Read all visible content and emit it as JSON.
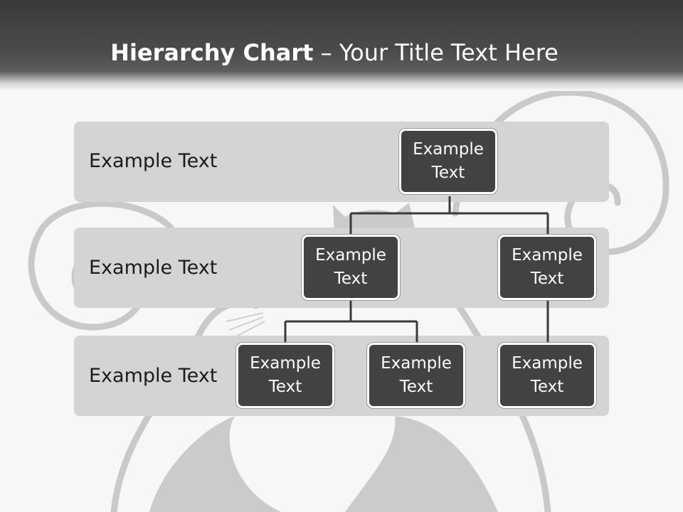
{
  "title": {
    "bold": "Hierarchy Chart",
    "separator": " – ",
    "rest": "Your Title Text Here"
  },
  "levels": [
    {
      "label": "Example Text"
    },
    {
      "label": "Example Text"
    },
    {
      "label": "Example Text"
    }
  ],
  "nodes": {
    "root": "Example\nText",
    "mid_left": "Example\nText",
    "mid_right": "Example\nText",
    "bottom_1": "Example\nText",
    "bottom_2": "Example\nText",
    "bottom_3": "Example\nText"
  },
  "colors": {
    "header": "#404042",
    "band": "#d4d4d4",
    "node_fill": "#434143",
    "node_text": "#ffffff",
    "connector": "#3a3a3a",
    "background_art": "#c8c8c8"
  }
}
